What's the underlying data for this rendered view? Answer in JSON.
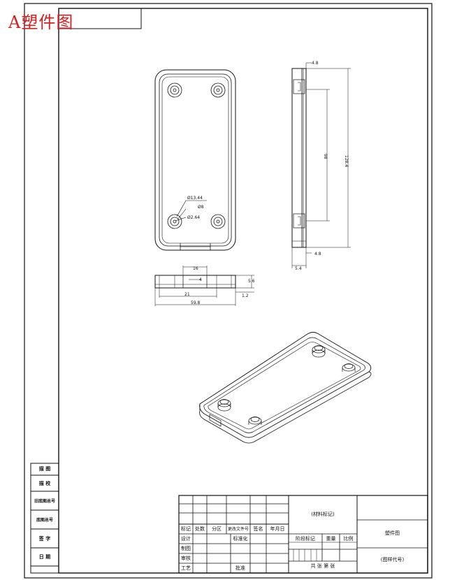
{
  "sheet": {
    "title": "A塑件图",
    "side_labels": [
      "描 图",
      "描 校",
      "旧底图总号",
      "底图总号",
      "签 字",
      "日 期"
    ]
  },
  "dimensions": {
    "d1": "Ø13.44",
    "d2": "Ø8",
    "d3": "Ø2.64",
    "top_thk": "4.8",
    "height": "98",
    "overall": "128.4",
    "bot_thk": "4.8",
    "base": "5.4",
    "w16": "16",
    "w4": "4",
    "w21": "21",
    "w59": "59.8",
    "h5": "5.6",
    "h1": "1.2"
  },
  "title_block": {
    "marks_row": [
      "标记",
      "处数",
      "分区",
      "更改文件号",
      "签名",
      "年月日"
    ],
    "design": "设计",
    "draw": "制图",
    "review": "审核",
    "process": "工艺",
    "std": "标准化",
    "approve": "批准",
    "material": "(材料标记)",
    "stage": "阶段标记",
    "weight": "重量",
    "scale": "比例",
    "sheets": "共  张  第  张",
    "name": "塑件图",
    "code": "(图样代号)"
  }
}
